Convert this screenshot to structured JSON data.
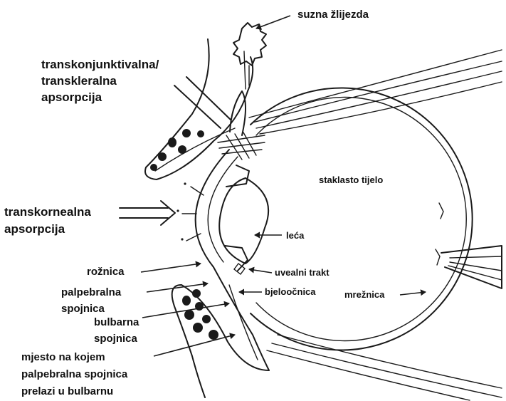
{
  "labels": {
    "lacrimal_gland": "suzna žlijezda",
    "transconj_line1": "transkonjunktivalna/",
    "transconj_line2": "transkleralna",
    "transconj_line3": "apsorpcija",
    "vitreous": "staklasto tijelo",
    "transcorneal_line1": "transkornealna",
    "transcorneal_line2": "apsorpcija",
    "lens": "leća",
    "cornea": "rožnica",
    "uveal_tract": "uvealni trakt",
    "palpebral_line1": "palpebralna",
    "palpebral_line2": "spojnica",
    "sclera": "bjeloočnica",
    "retina": "mrežnica",
    "bulbar_line1": "bulbarna",
    "bulbar_line2": "spojnica",
    "transition_line1": "mjesto na kojem",
    "transition_line2": "palpebralna spojnica",
    "transition_line3": "prelazi u bulbarnu"
  }
}
